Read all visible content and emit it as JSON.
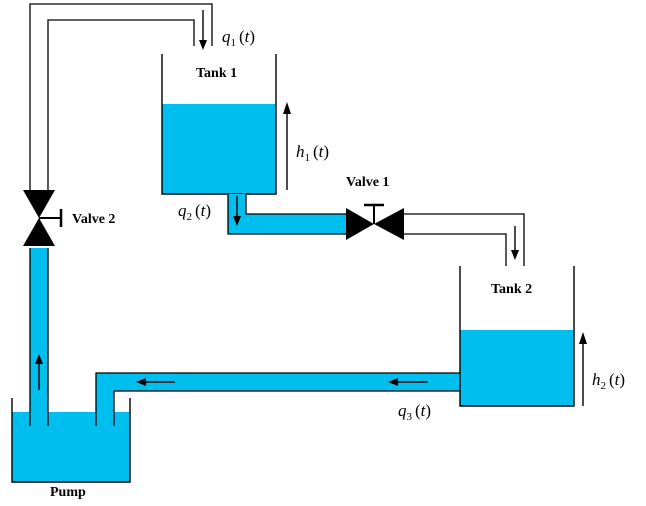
{
  "labels": {
    "tank1": "Tank 1",
    "tank2": "Tank 2",
    "valve1": "Valve 1",
    "valve2": "Valve 2",
    "pump": "Pump"
  },
  "variables": {
    "q1": {
      "sym": "q",
      "sub": "1",
      "arg": "t"
    },
    "q2": {
      "sym": "q",
      "sub": "2",
      "arg": "t"
    },
    "q3": {
      "sym": "q",
      "sub": "3",
      "arg": "t"
    },
    "h1": {
      "sym": "h",
      "sub": "1",
      "arg": "t"
    },
    "h2": {
      "sym": "h",
      "sub": "2",
      "arg": "t"
    }
  },
  "colors": {
    "water": "#00BFEF",
    "outline": "#000000"
  }
}
